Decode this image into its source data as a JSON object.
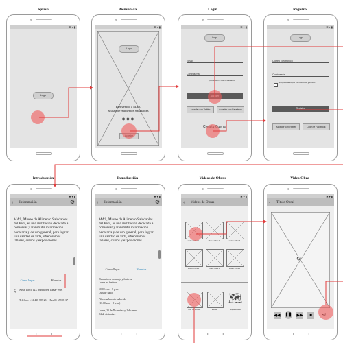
{
  "colors": {
    "accent": "#e23b3b",
    "hotspot": "#f06a6a",
    "button_dark": "#5a5a5a",
    "screen_bg": "#e4e4e4"
  },
  "screens": {
    "splash": {
      "title": "Splash",
      "logo": "Logo"
    },
    "bienvenida": {
      "title": "Bienvenida",
      "logo": "Logo",
      "welcome_line1": "Bienvenido a MAS,",
      "welcome_line2": "Museo de Alimentos Saludables",
      "dots": "●●●",
      "button": "Acceder"
    },
    "login": {
      "title": "Login",
      "logo": "Logo",
      "email": "Email",
      "password": "Contraseña",
      "forgot": "¿Olvidaste el acceso a contraseña?",
      "access": "Acceder",
      "twitter": "Acceder con Twitter",
      "facebook": "Acceder con Facebook",
      "create": "Crea tu Cuenta"
    },
    "registro": {
      "title": "Registro",
      "logo": "Logo",
      "email": "Correo Electrónico",
      "password": "Contraseña",
      "terms": "Al registrarse aceptas los condiciones generales",
      "register": "Registro",
      "twitter": "Acceder con Twitter",
      "facebook": "Login te Facebook"
    },
    "intro1": {
      "title": "Introducción",
      "bar": "Información",
      "text": "MAS, Museo de Alimento Saludables del Perú, es una institución dedicada a conservar y transmitir información necesaria y de uso general, para lograr una calidad de vida, ofreceremos talleres, cursos y exposiciones.",
      "tab1": "Cómo llegar",
      "tab2": "Horarios",
      "address": "Avda. Larco 123. Miraflores, Lima - Perú",
      "phone": "Teléfono: +51 428 789 231 - Fax 01 678 98 37"
    },
    "intro2": {
      "title": "Introducción",
      "bar": "Información",
      "text": "MAS, Museo de Alimento Saludables del Perú, es una institución dedicada a conservar y transmitir información necesaria y de uso general, para lograr una calidad de vida, ofreceremos talleres, cursos y exposiciones.",
      "tab1": "Cómo llegar",
      "tab2": "Horarios",
      "h1": "De martes a domingo y festivos",
      "h2": "Lunes no festivos",
      "h3": "10:00 a.m. - 8 p.m.",
      "h4": "Días de junio",
      "h5": "Días con horario reducido",
      "h6": "(11:00 a.m. - 9 p.m.)",
      "h7": "Lunes, 25 de Diciembre y 1 de enero",
      "h8": "24 de diciembre"
    },
    "videos": {
      "title": "Videos de Obras",
      "bar": "Videos de Obras",
      "items": [
        "Video Obra 1",
        "Video Obra 2",
        "Video Obra 3",
        "Video Obra 4",
        "Video Obra 5",
        "Video Obra 6"
      ],
      "bottom": [
        "Tour de Museo",
        "Extras",
        "Mapa Museo"
      ]
    },
    "video_obra": {
      "title": "Video Obra",
      "bar": "Título Obral"
    }
  }
}
